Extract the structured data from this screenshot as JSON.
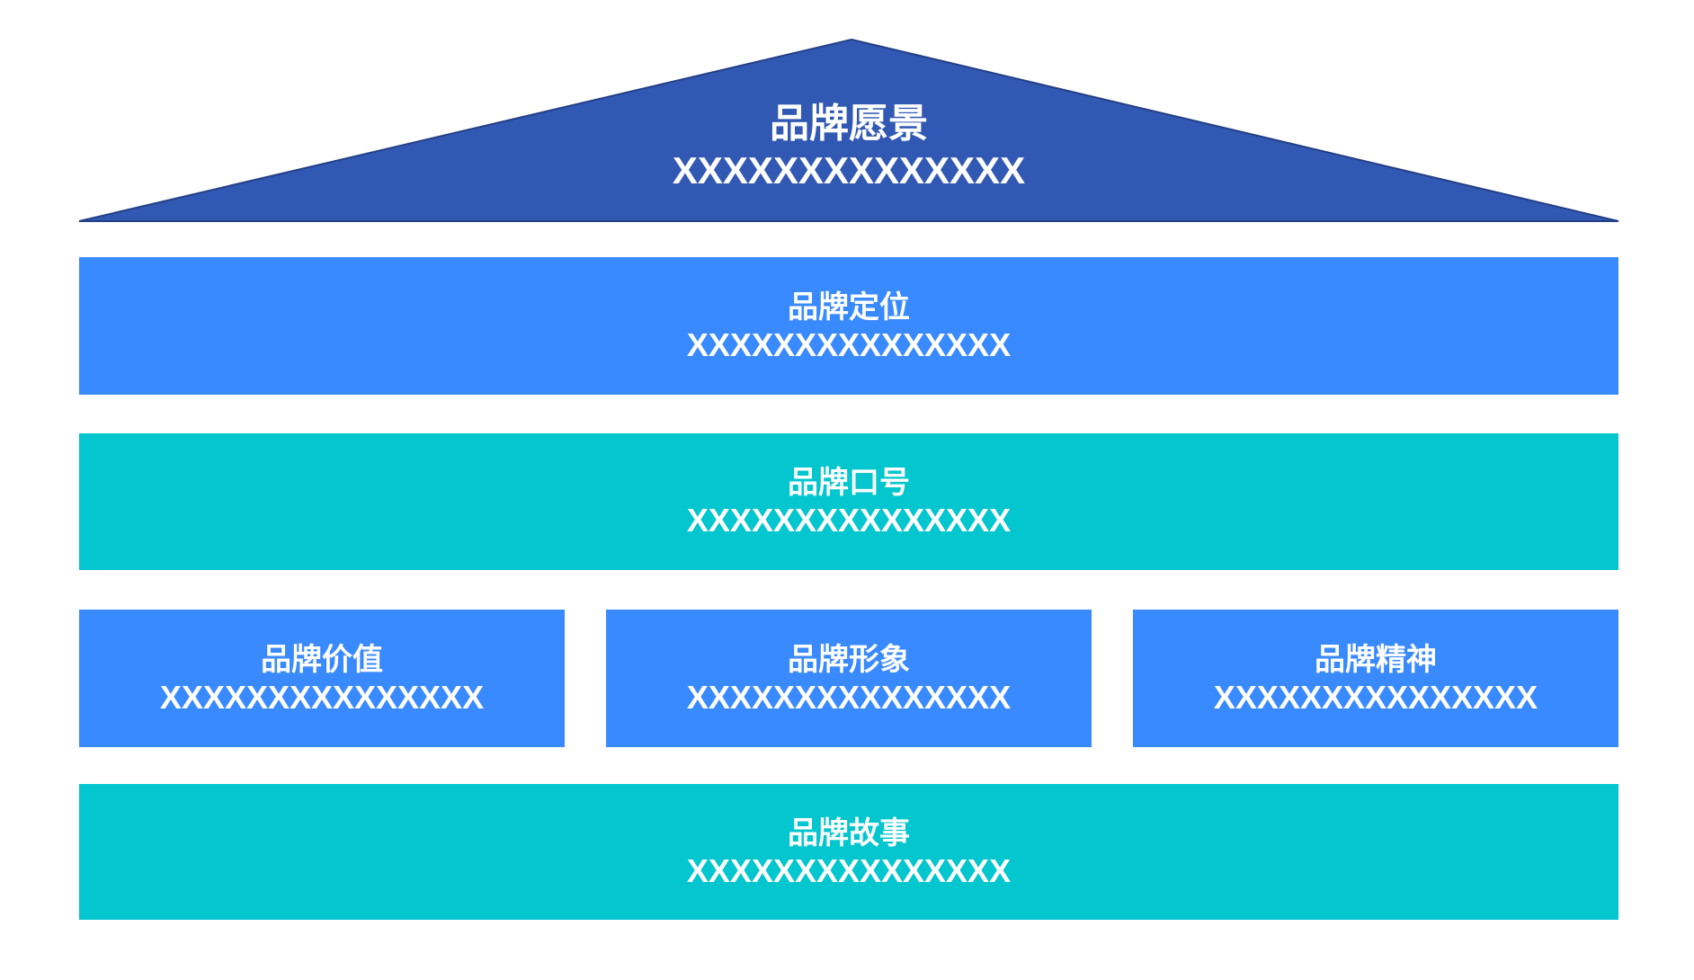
{
  "colors": {
    "roof": "#3159b3",
    "blue": "#3a8aff",
    "teal": "#03c6cf"
  },
  "vision": {
    "title": "品牌愿景",
    "text": "XXXXXXXXXXXXXX"
  },
  "positioning": {
    "title": "品牌定位",
    "text": "XXXXXXXXXXXXXXX"
  },
  "slogan": {
    "title": "品牌口号",
    "text": "XXXXXXXXXXXXXXX"
  },
  "pillars": [
    {
      "title": "品牌价值",
      "text": "XXXXXXXXXXXXXXX"
    },
    {
      "title": "品牌形象",
      "text": "XXXXXXXXXXXXXXX"
    },
    {
      "title": "品牌精神",
      "text": "XXXXXXXXXXXXXXX"
    }
  ],
  "story": {
    "title": "品牌故事",
    "text": "XXXXXXXXXXXXXXX"
  }
}
